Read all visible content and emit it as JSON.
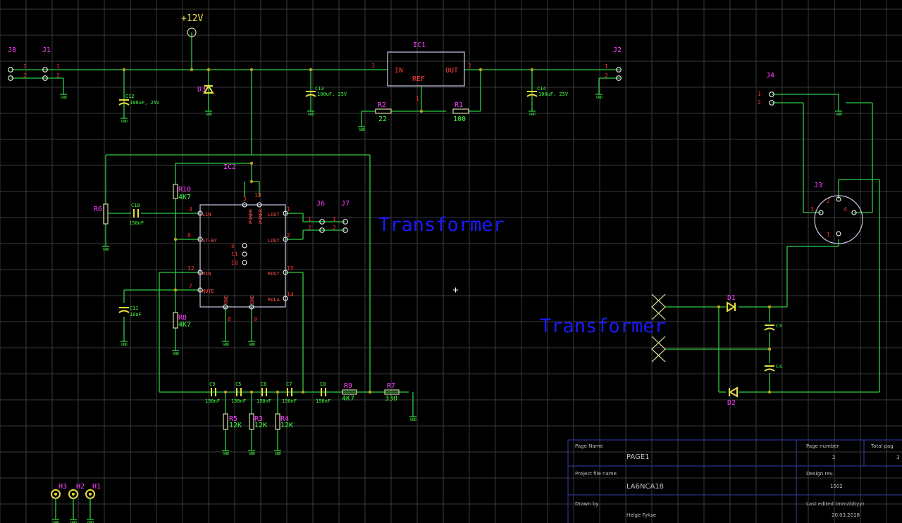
{
  "power": {
    "label": "+12V"
  },
  "connectors": {
    "j8": "J8",
    "j1": "J1",
    "j2": "J2",
    "j4": "J4",
    "j6": "J6",
    "j7": "J7",
    "j3": "J3",
    "pin1": "1",
    "pin2": "2",
    "pin3": "3",
    "pin4": "4"
  },
  "ic1": {
    "ref": "IC1",
    "in": "IN",
    "out": "OUT",
    "ref_pin": "REF",
    "pin_in": "3",
    "pin_out": "2",
    "pin_ref": "1"
  },
  "ic2": {
    "ref": "IC2",
    "lin": "LIN",
    "stby": "ST-BY",
    "rin": "RIN",
    "mute": "MUTE",
    "power1": "POWER",
    "power2": "POWER",
    "gnd1": "GND",
    "gnd2": "GND",
    "lout1": "LOUT",
    "lout2": "LOUT",
    "rout": "ROUT",
    "rola": "ROLA",
    "p4": "4",
    "p6": "6",
    "p12": "12",
    "p7": "7",
    "p3": "3",
    "p13": "13",
    "p1": "1",
    "p2": "2",
    "p15": "15",
    "p14": "14",
    "p8": "8",
    "p9": "9",
    "p5": "5",
    "p11": "11",
    "p10": "10"
  },
  "capacitors": {
    "c12": {
      "ref": "C12",
      "value": "100uF, 25V"
    },
    "c13": {
      "ref": "C13",
      "value": "100uF, 25V"
    },
    "c14": {
      "ref": "C14",
      "value": "100uF, 25V"
    },
    "c10": {
      "ref": "C10",
      "value": "150nF"
    },
    "c11": {
      "ref": "C11",
      "value": "10uF"
    },
    "c9": {
      "ref": "C9",
      "value": "150nF"
    },
    "c5": {
      "ref": "C5",
      "value": "150nF"
    },
    "c6": {
      "ref": "C6",
      "value": "150nF"
    },
    "c7": {
      "ref": "C7",
      "value": "150nF"
    },
    "c8": {
      "ref": "C8",
      "value": "150nF"
    },
    "c3": {
      "ref": "C3"
    },
    "c4": {
      "ref": "C4"
    }
  },
  "resistors": {
    "r1": {
      "ref": "R1",
      "value": "100"
    },
    "r2": {
      "ref": "R2",
      "value": "22"
    },
    "r10": {
      "ref": "R10",
      "value": "4K7"
    },
    "r8": {
      "ref": "R8",
      "value": "4K7"
    },
    "r6": {
      "ref": "R6"
    },
    "r9": {
      "ref": "R9",
      "value": "4K7"
    },
    "r7": {
      "ref": "R7",
      "value": "330"
    },
    "r5": {
      "ref": "R5",
      "value": "12K"
    },
    "r3": {
      "ref": "R3",
      "value": "12K"
    },
    "r4": {
      "ref": "R4",
      "value": "12K"
    }
  },
  "diodes": {
    "d1": "D1",
    "d2": "D2",
    "d3": "D3"
  },
  "holes": {
    "h3": "H3",
    "h2": "H2",
    "h1": "H1"
  },
  "gnd_label": "GND",
  "labels": {
    "transformer1": "Transformer",
    "transformer2": "Transformer"
  },
  "title_block": {
    "page_name_label": "Page Name",
    "page_name": "PAGE1",
    "page_number_label": "Page number",
    "page_number": "2",
    "total_pages_label": "Total pag",
    "total_pages": "3",
    "project_label": "Project file name",
    "project": "LA6NCA18",
    "design_rev_label": "Design rev.",
    "design_rev": "1502",
    "drawn_by_label": "Drawn by",
    "drawn_by": "Helge Fykse",
    "last_edited_label": "Last edited (mm/dd/yy)",
    "last_edited": "20.03.2018"
  },
  "colors": {
    "wire": "#2ecc40",
    "ref_designator": "#ff40ff",
    "value": "#40ff40",
    "note": "#1a1aff",
    "title_block": "#3040b0"
  }
}
